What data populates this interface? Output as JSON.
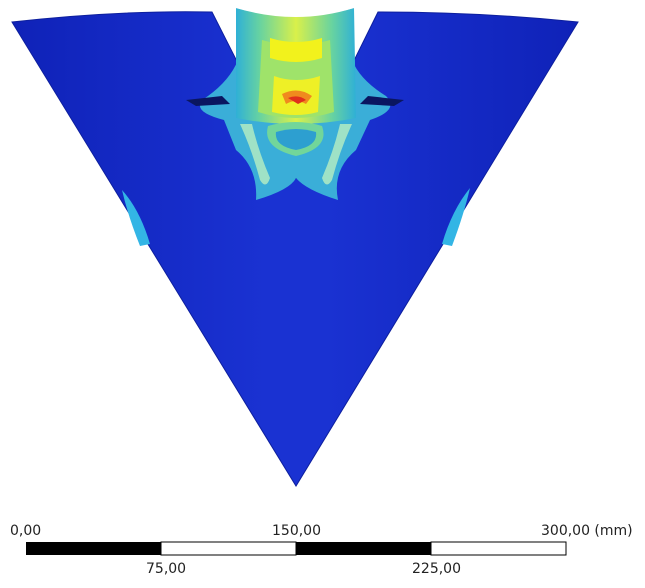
{
  "scale_bar": {
    "top_labels": [
      "0,00",
      "150,00",
      "300,00 (mm)"
    ],
    "bottom_labels": [
      "75,00",
      "225,00"
    ]
  },
  "colors": {
    "base_blue": "#1428c8",
    "cyan": "#33b5e5",
    "light_green": "#7fe08a",
    "green_yellow": "#c8ef4a",
    "yellow": "#f2f21c",
    "orange": "#f08a1e",
    "red": "#e0301c"
  }
}
